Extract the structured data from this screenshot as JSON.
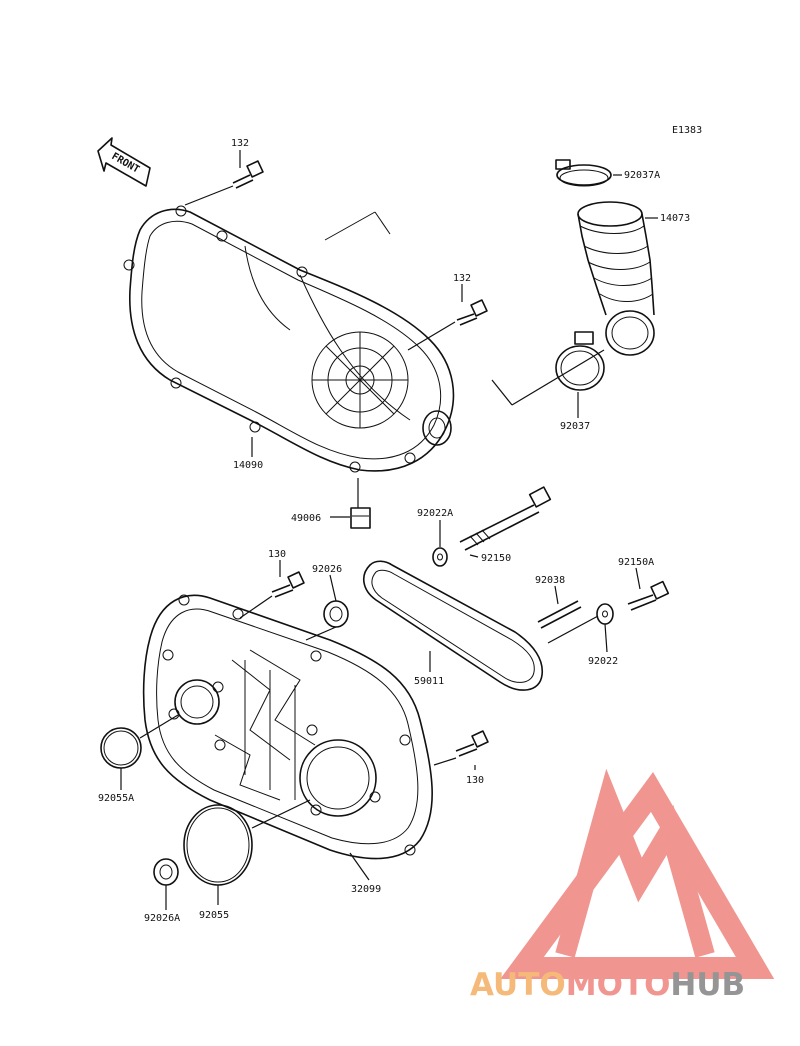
{
  "diagram_code": "E1383",
  "front_label": "FRONT",
  "parts": {
    "bolt_132_top": "132",
    "clamp_92037A": "92037A",
    "duct_14073": "14073",
    "bolt_132_mid": "132",
    "clamp_92037": "92037",
    "cover_14090": "14090",
    "drain_49006": "49006",
    "washer_92022A": "92022A",
    "bolt_92150": "92150",
    "bolt_130_left": "130",
    "washer_92026": "92026",
    "pin_92038": "92038",
    "bolt_92150A": "92150A",
    "washer_92022": "92022",
    "belt_59011": "59011",
    "oring_92055A": "92055A",
    "bolt_130_right": "130",
    "cover_32099": "32099",
    "oring_92055": "92055",
    "seal_92026A": "92026A"
  },
  "watermark": {
    "part1": "AUTO",
    "part2": "MOTO",
    "part3": "HUB"
  },
  "colors": {
    "line": "#111111",
    "wm_orange": "#f5b26b",
    "wm_red": "#ef8a84",
    "wm_gray": "#8a8a8a"
  }
}
